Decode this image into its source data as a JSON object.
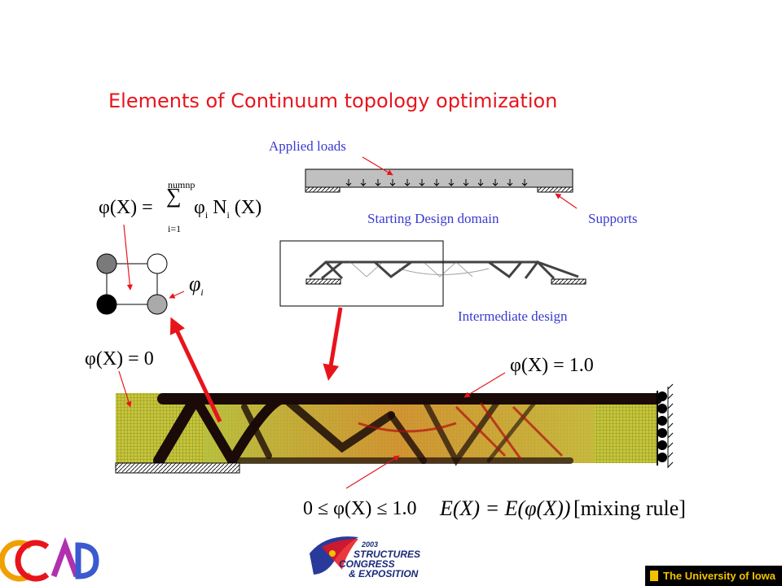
{
  "slide": {
    "title": "Elements of Continuum topology optimization"
  },
  "labels": {
    "applied_loads": "Applied loads",
    "starting_design_domain": "Starting Design domain",
    "supports": "Supports",
    "intermediate_design": "Intermediate design"
  },
  "equations": {
    "phi_sum_lhs": "φ(X) =",
    "sum_upper": "numnp",
    "sum_lower": "i=1",
    "phi_sum_term": "φ",
    "phi_sum_index": "i",
    "phi_sum_rhs": "N",
    "phi_sum_rhs_index": "i",
    "phi_sum_rhs_arg": "(X)",
    "phi_i": "φ",
    "phi_i_index": "i",
    "phi_zero": "φ(X) = 0",
    "phi_one": "φ(X) = 1.0",
    "phi_range": "0 ≤ φ(X) ≤ 1.0",
    "mixing": "E(X) = E(φ(X))",
    "mixing_rule": "[mixing rule]"
  },
  "footer": {
    "university": "The University of Iowa",
    "conf_year": "2003",
    "conf_line1": "STRUCTURES",
    "conf_line2": "CONGRESS",
    "conf_line3": "& EXPOSITION"
  },
  "colors": {
    "title": "#e8141c",
    "label": "#3a3ad0",
    "arrow": "#e8141c",
    "banner_bg": "#000000",
    "banner_text": "#f2c200"
  }
}
